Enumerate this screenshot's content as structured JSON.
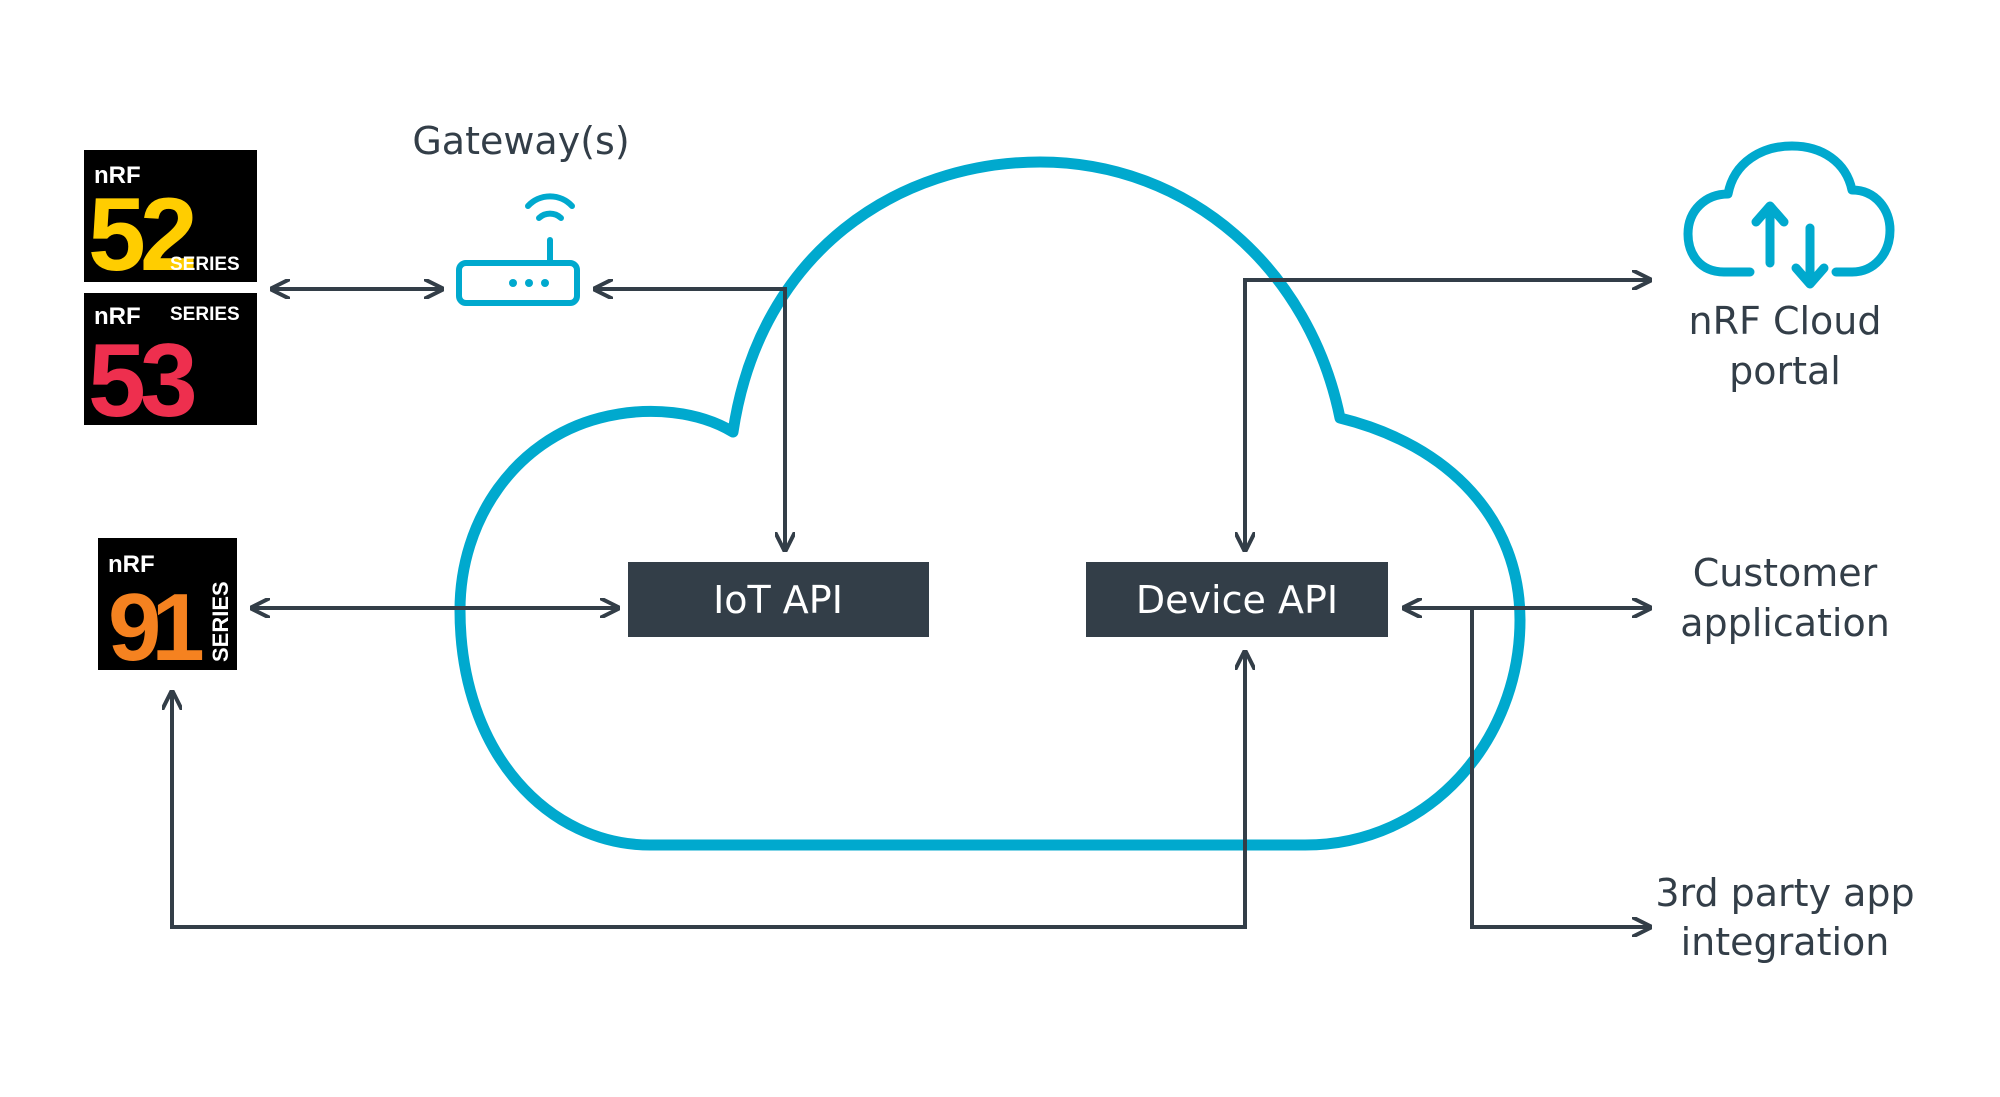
{
  "badges": {
    "nrf52": {
      "brand": "nRF",
      "number": "52",
      "series": "SERIES",
      "color": "#ffcd00"
    },
    "nrf53": {
      "brand": "nRF",
      "number": "53",
      "series": "SERIES",
      "color": "#ee2f4e"
    },
    "nrf91": {
      "brand": "nRF",
      "number": "91",
      "series": "SERIES",
      "color": "#f58220"
    }
  },
  "gateway": {
    "label": "Gateway(s)",
    "icon": "router-icon"
  },
  "cloud": {
    "icon": "cloud-outline",
    "color": "#00a9ce"
  },
  "apis": {
    "iot": "IoT API",
    "device": "Device API",
    "box_color": "#333e48"
  },
  "right": {
    "portal": {
      "line1": "nRF Cloud",
      "line2": "portal",
      "icon": "cloud-upload-download-icon"
    },
    "customer": {
      "line1": "Customer",
      "line2": "application"
    },
    "third_party": {
      "line1": "3rd party app",
      "line2": "integration"
    }
  },
  "colors": {
    "accent": "#00a9ce",
    "dark": "#333e48",
    "arrow": "#333e48"
  }
}
